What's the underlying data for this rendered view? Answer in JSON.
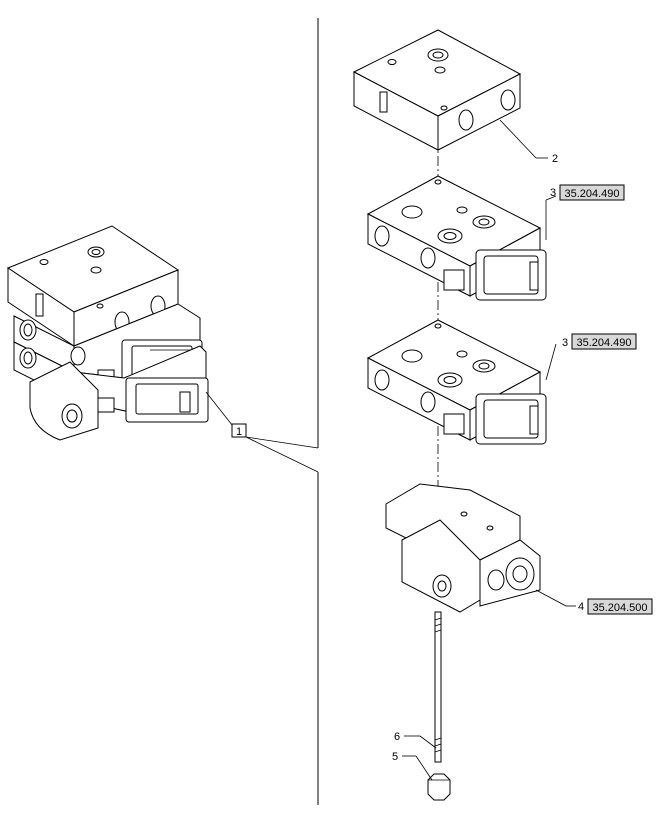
{
  "callouts": {
    "assembly": "1",
    "top_cover": "2",
    "section_a": "3",
    "section_b": "3",
    "inlet": "4",
    "tie_rod": "6",
    "nut": "5"
  },
  "refs": {
    "section_a": "35.204.490",
    "section_b": "35.204.490",
    "inlet": "35.204.500"
  },
  "colors": {
    "line": "#000000",
    "ref_fill": "#d9d9d9",
    "background": "#ffffff"
  }
}
